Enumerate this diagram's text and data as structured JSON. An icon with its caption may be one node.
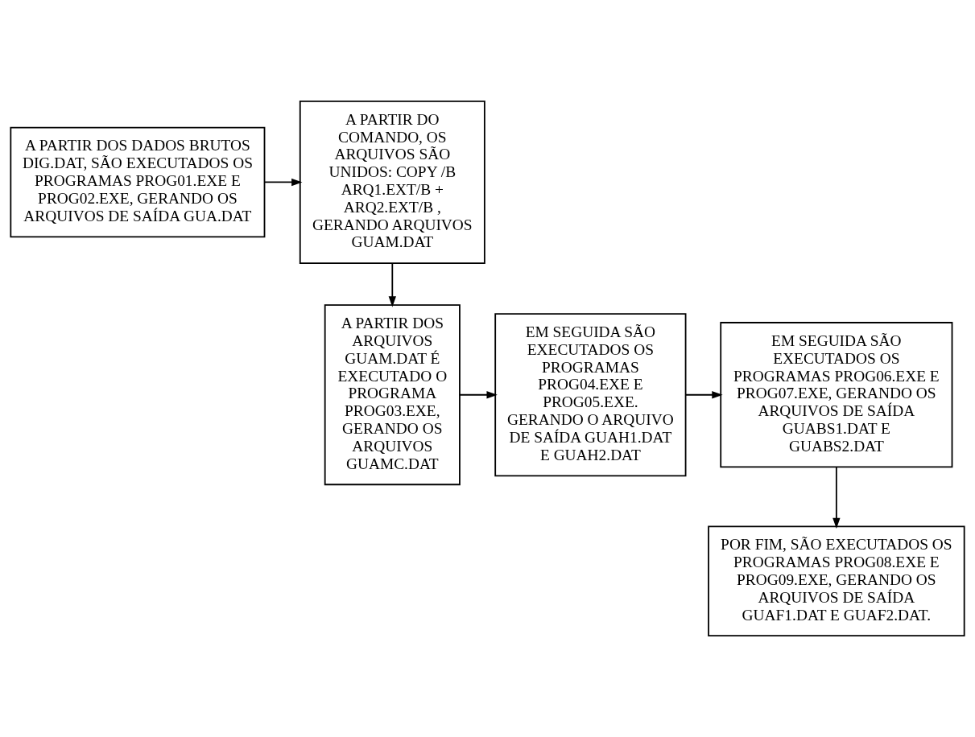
{
  "diagram": {
    "nodes": [
      {
        "text": [
          "A PARTIR DOS DADOS BRUTOS DIG.DAT, SÃO EXECUTADOS OS PROGRAMAS PROG01.EXE E PROG02.EXE, GERANDO OS ARQUIVOS DE SAÍDA GUA.DAT"
        ]
      },
      {
        "text": [
          "A PARTIR DO COMANDO, OS ARQUIVOS SÃO UNIDOS: COPY /B ARQ1.EXT/B + ARQ2.EXT/B , GERANDO ARQUIVOS GUAM.DAT"
        ]
      },
      {
        "text": [
          "A PARTIR DOS ARQUIVOS GUAM.DAT É EXECUTADO O PROGRAMA PROG03.EXE, GERANDO OS ARQUIVOS GUAMC.DAT"
        ]
      },
      {
        "text": [
          "EM SEGUIDA SÃO EXECUTADOS OS PROGRAMAS PROG04.EXE E PROG05.EXE. GERANDO O ARQUIVO DE SAÍDA GUAH1.DAT E GUAH2.DAT"
        ]
      },
      {
        "text": [
          "EM SEGUIDA SÃO EXECUTADOS OS PROGRAMAS PROG06.EXE E PROG07.EXE, GERANDO OS ARQUIVOS DE SAÍDA GUABS1.DAT E GUABS2.DAT"
        ]
      },
      {
        "text": [
          "POR FIM, SÃO EXECUTADOS OS PROGRAMAS PROG08.EXE E PROG09.EXE, GERANDO OS ARQUIVOS DE SAÍDA GUAF1.DAT E GUAF2.DAT."
        ]
      }
    ],
    "edges": [
      {
        "from": 0,
        "to": 1,
        "arrow": "to"
      },
      {
        "from": 1,
        "to": 2,
        "arrow": "to"
      },
      {
        "from": 2,
        "to": 3,
        "arrow": "to"
      },
      {
        "from": 3,
        "to": 4,
        "arrow": "to"
      },
      {
        "from": 4,
        "to": 5,
        "arrow": "to"
      }
    ]
  }
}
